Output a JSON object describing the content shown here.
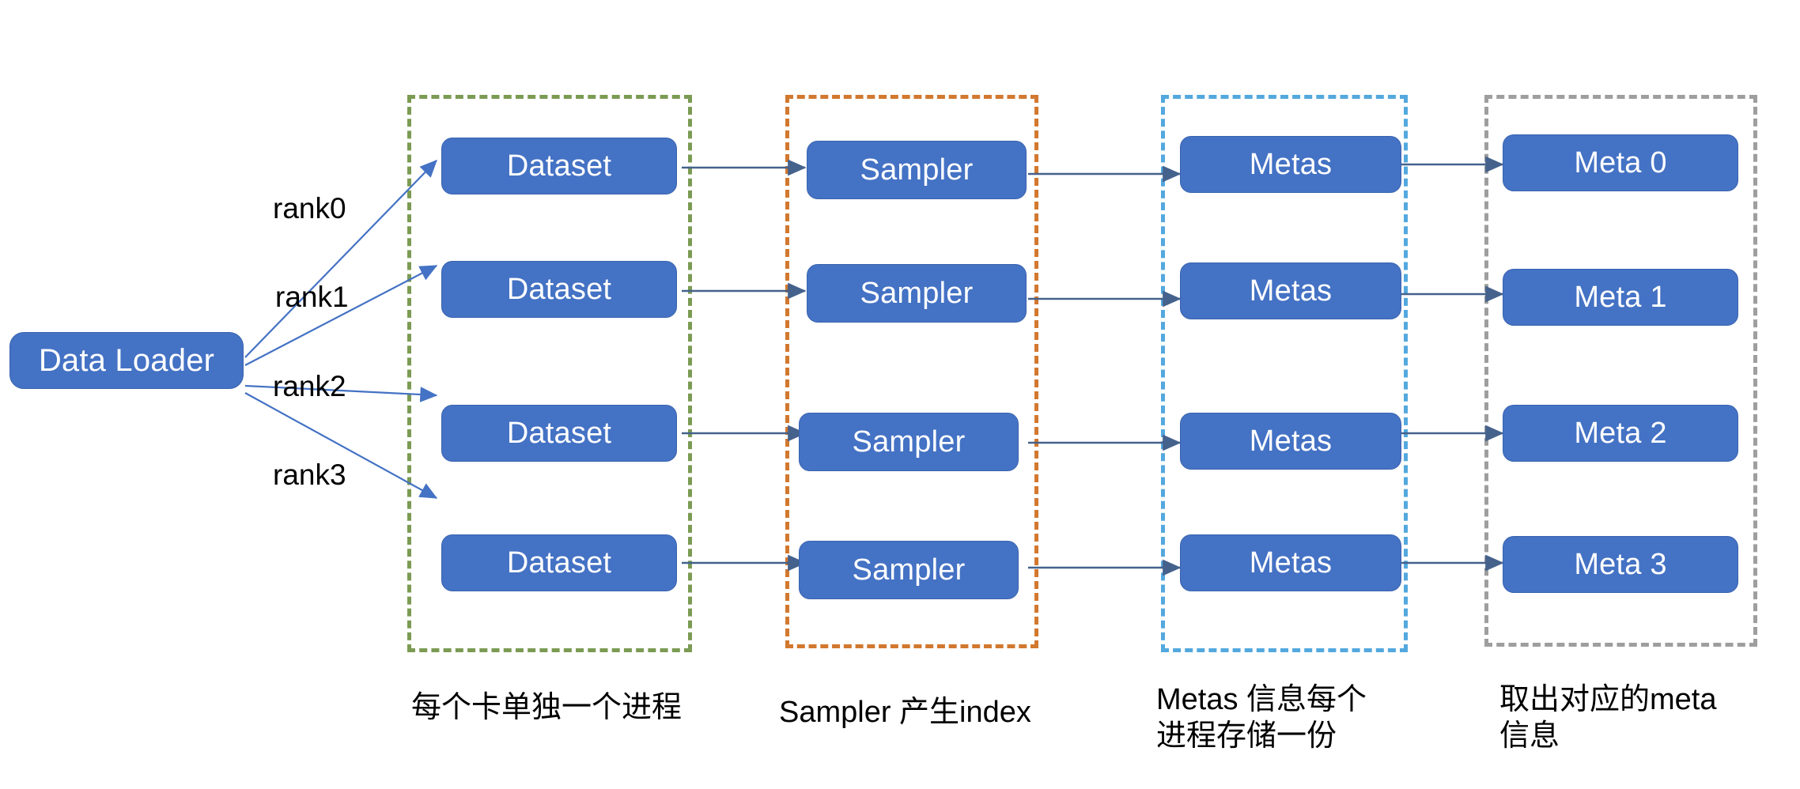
{
  "diagram": {
    "title": "PyTorch distributed DataLoader pipeline",
    "colors": {
      "node_fill": "#4472C4",
      "node_border": "#3A63AE",
      "node_text": "#FFFFFF",
      "arrow": "#44628C",
      "group_green": "#7B9B53",
      "group_orange": "#D2782F",
      "group_cyan": "#53A8DE",
      "group_gray": "#9E9E9E",
      "background": "#FFFFFF"
    },
    "source": {
      "label": "Data Loader"
    },
    "edge_labels": [
      {
        "text": "rank0"
      },
      {
        "text": "rank1"
      },
      {
        "text": "rank2"
      },
      {
        "text": "rank3"
      }
    ],
    "columns": [
      {
        "id": "dataset",
        "group_color": "green",
        "nodes": [
          {
            "label": "Dataset"
          },
          {
            "label": "Dataset"
          },
          {
            "label": "Dataset"
          },
          {
            "label": "Dataset"
          }
        ],
        "caption": "每个卡单独一个进程"
      },
      {
        "id": "sampler",
        "group_color": "orange",
        "nodes": [
          {
            "label": "Sampler"
          },
          {
            "label": "Sampler"
          },
          {
            "label": "Sampler"
          },
          {
            "label": "Sampler"
          }
        ],
        "caption": "Sampler 产生index"
      },
      {
        "id": "metas",
        "group_color": "cyan",
        "nodes": [
          {
            "label": "Metas"
          },
          {
            "label": "Metas"
          },
          {
            "label": "Metas"
          },
          {
            "label": "Metas"
          }
        ],
        "caption": "Metas 信息每个\n进程存储一份"
      },
      {
        "id": "meta",
        "group_color": "gray",
        "nodes": [
          {
            "label": "Meta 0"
          },
          {
            "label": "Meta 1"
          },
          {
            "label": "Meta 2"
          },
          {
            "label": "Meta 3"
          }
        ],
        "caption": "取出对应的meta\n信息"
      }
    ]
  }
}
